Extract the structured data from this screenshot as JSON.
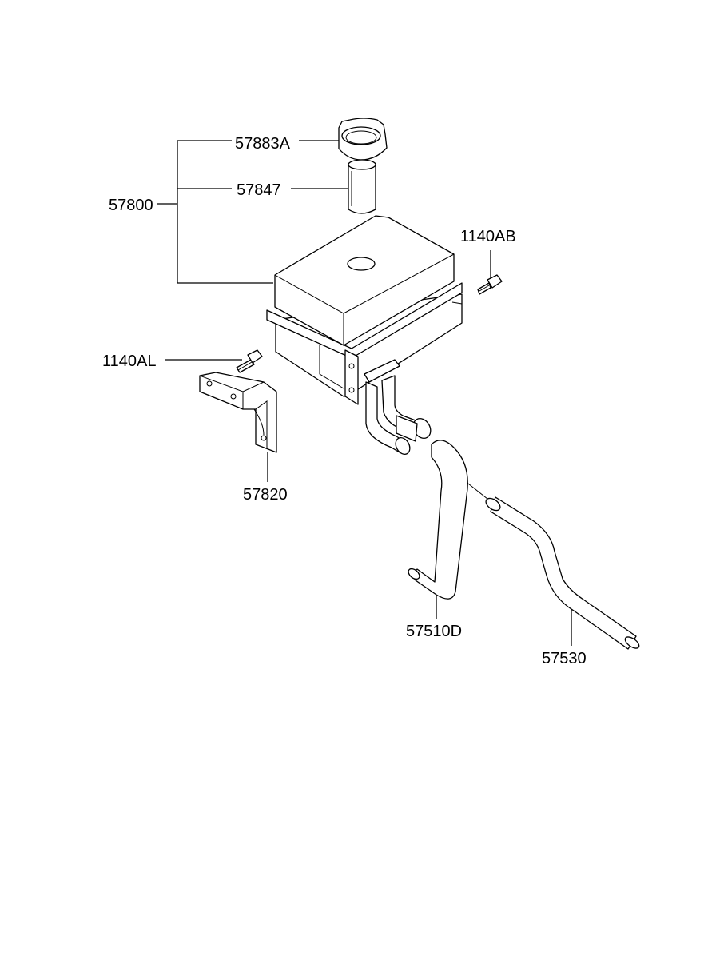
{
  "labels": {
    "cap": "57883A",
    "filler_neck": "57847",
    "reservoir_assy": "57800",
    "bolt_right": "1140AB",
    "bolt_left": "1140AL",
    "bracket": "57820",
    "hose_return": "57510D",
    "hose_supply": "57530"
  }
}
